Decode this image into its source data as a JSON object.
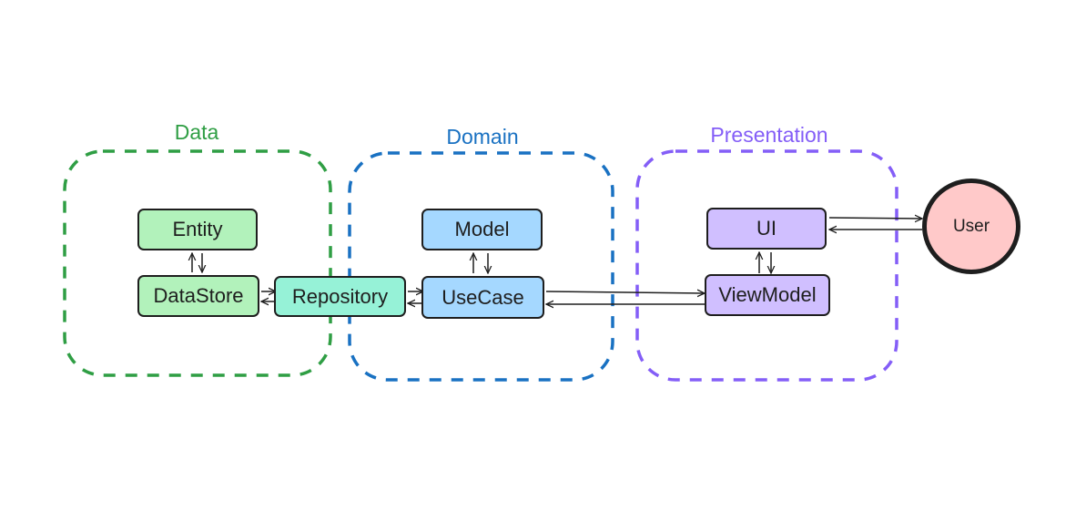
{
  "groups": {
    "data": {
      "label": "Data",
      "color": "#2f9e44"
    },
    "domain": {
      "label": "Domain",
      "color": "#1971c2"
    },
    "presentation": {
      "label": "Presentation",
      "color": "#845ef7"
    }
  },
  "nodes": {
    "entity": {
      "label": "Entity",
      "fill": "#b2f2bb"
    },
    "datastore": {
      "label": "DataStore",
      "fill": "#b2f2bb"
    },
    "repository": {
      "label": "Repository",
      "fill": "#96f2d7"
    },
    "model": {
      "label": "Model",
      "fill": "#a5d8ff"
    },
    "usecase": {
      "label": "UseCase",
      "fill": "#a5d8ff"
    },
    "ui": {
      "label": "UI",
      "fill": "#d0bfff"
    },
    "viewmodel": {
      "label": "ViewModel",
      "fill": "#d0bfff"
    },
    "user": {
      "label": "User",
      "fill": "#ffc9c9"
    }
  },
  "edges": [
    {
      "from": "entity",
      "to": "datastore"
    },
    {
      "from": "datastore",
      "to": "entity"
    },
    {
      "from": "datastore",
      "to": "repository"
    },
    {
      "from": "repository",
      "to": "datastore"
    },
    {
      "from": "repository",
      "to": "usecase"
    },
    {
      "from": "usecase",
      "to": "repository"
    },
    {
      "from": "model",
      "to": "usecase"
    },
    {
      "from": "usecase",
      "to": "model"
    },
    {
      "from": "usecase",
      "to": "viewmodel"
    },
    {
      "from": "viewmodel",
      "to": "usecase"
    },
    {
      "from": "ui",
      "to": "viewmodel"
    },
    {
      "from": "viewmodel",
      "to": "ui"
    },
    {
      "from": "ui",
      "to": "user"
    },
    {
      "from": "user",
      "to": "ui"
    }
  ]
}
